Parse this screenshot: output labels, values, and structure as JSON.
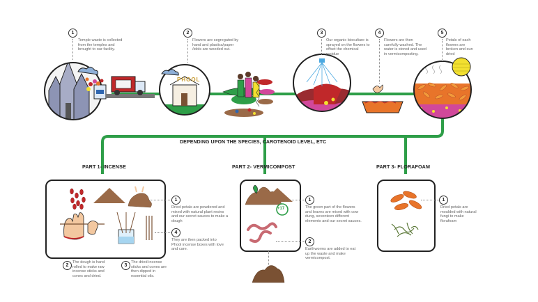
{
  "steps": [
    {
      "num": "1",
      "text": "Temple waste is collected from the temples and brought to our facility."
    },
    {
      "num": "2",
      "text": "Flowers are segregated by hand and plastics/paper /idols are weeded out."
    },
    {
      "num": "3",
      "text": "Our organic bioculture is sprayed on the flowers to offset the chemical residue"
    },
    {
      "num": "4",
      "text": "Flowers are then carefully washed. The water is stored and used in vermicomposting."
    },
    {
      "num": "5",
      "text": "Petals of each flowers are broken and sun dried"
    }
  ],
  "brand_sign": "PHOOL",
  "branch_label": "DEPENDING UPON THE SPECIES, CAROTENOID LEVEL, ETC",
  "parts": {
    "incense": {
      "title": "PART 1- INCENSE",
      "notes": [
        {
          "num": "1",
          "text": "Dried petals are powdered and mixed with natural plant resins and our secret sauces to make a dough"
        },
        {
          "num": "2",
          "text": "The dough is hand rolled to make raw incense sticks and cones and dried."
        },
        {
          "num": "3",
          "text": "The dried incense sticks and cones are then dipped in essential oils."
        },
        {
          "num": "4",
          "text": "They are then packed into Phool incense boxes with love and care."
        }
      ]
    },
    "vermicompost": {
      "title": "PART 2- VERMICOMPOST",
      "badge": "+17",
      "notes": [
        {
          "num": "1",
          "text": "The green part of the flowers and leaves are mixed with cow dung, seventeen different elements and our secret sauces."
        },
        {
          "num": "2",
          "text": "Earthworms are added to eat up the waste and make vermicompost."
        }
      ]
    },
    "florafoam": {
      "title": "PART 3- FLORAFOAM",
      "notes": [
        {
          "num": "1",
          "text": "Dried petals are moulded with natural fungi to make florafoam"
        }
      ]
    }
  },
  "colors": {
    "pipe": "#2e9e48",
    "outline": "#222222",
    "orange": "#e8742a",
    "brown": "#9a6a48",
    "red": "#c0282a",
    "sun": "#f2e030"
  }
}
